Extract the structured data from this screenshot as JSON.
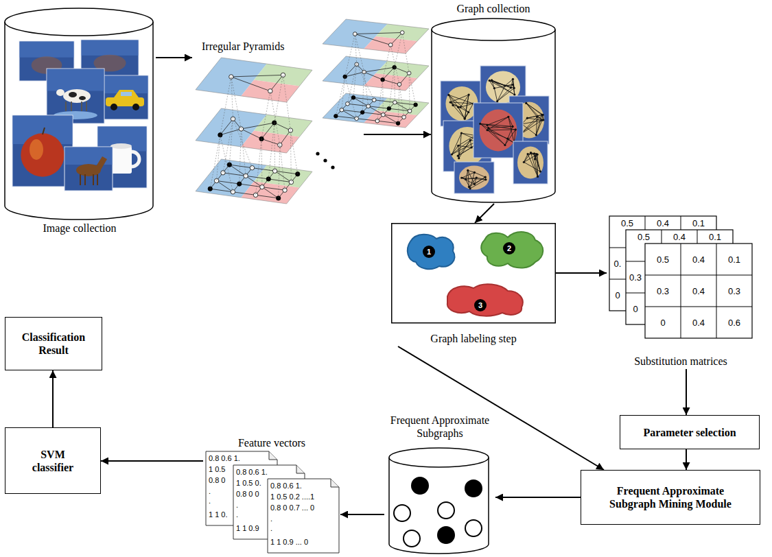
{
  "diagram": {
    "nodes": [
      {
        "text": [
          "Image collection"
        ]
      },
      {
        "text": [
          "Irregular Pyramids"
        ]
      },
      {
        "text": [
          "Graph collection"
        ]
      },
      {
        "text": [
          "Graph labeling step"
        ]
      },
      {
        "text": [
          "Substitution matrices"
        ]
      },
      {
        "text": [
          "Classification Result"
        ]
      },
      {
        "text": [
          "Parameter selection"
        ]
      },
      {
        "text": [
          "SVM classifier"
        ]
      },
      {
        "text": [
          "Frequent Approximate Subgraph Mining Module"
        ]
      },
      {
        "text": [
          "Frequent Approximate Subgraphs"
        ]
      },
      {
        "text": [
          "Feature vectors"
        ]
      }
    ],
    "edges": [
      {
        "from": 0,
        "to": 1,
        "arrow": "to"
      },
      {
        "from": 1,
        "to": 2,
        "arrow": "to"
      },
      {
        "from": 2,
        "to": 3,
        "arrow": "to"
      },
      {
        "from": 3,
        "to": 4,
        "arrow": "to"
      },
      {
        "from": 4,
        "to": 6,
        "arrow": "to"
      },
      {
        "from": 3,
        "to": 8,
        "arrow": "to"
      },
      {
        "from": 6,
        "to": 8,
        "arrow": "to"
      },
      {
        "from": 8,
        "to": 9,
        "arrow": "to"
      },
      {
        "from": 9,
        "to": 10,
        "arrow": "to"
      },
      {
        "from": 10,
        "to": 7,
        "arrow": "to"
      },
      {
        "from": 7,
        "to": 5,
        "arrow": "to"
      }
    ],
    "labels": [
      "1",
      "2",
      "3",
      "0.5",
      "0.4",
      "0.1",
      "0.",
      "0",
      "0.5",
      "0.4",
      "0.1",
      "0.3",
      "0",
      "0.5",
      "0.4",
      "0.1",
      "0.3",
      "0.4",
      "0.3",
      "0",
      "0.4",
      "0.6",
      "0.8 0.6 1.",
      "1 0.5",
      "0.8 0",
      ".",
      ".",
      "1 1 0.",
      "0.8 0.6 1.",
      "1 0.5 0.",
      "0.8 0 0",
      ".",
      ".",
      "1 1 0.9",
      "0.8 0.6 1.",
      "1 0.5 0.2 ....1",
      "0.8 0 0.7 ... 0",
      ".",
      ".",
      "1 1 0.9 ... 0"
    ]
  }
}
